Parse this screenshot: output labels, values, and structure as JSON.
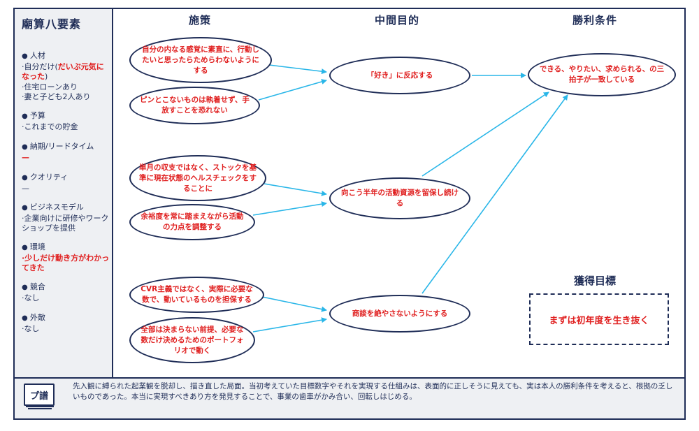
{
  "sidebar": {
    "title": "廟算八要素",
    "sections": [
      {
        "head": "人材",
        "lines": [
          {
            "text": "·自分だけ(",
            "style": "plain",
            "inline": true
          },
          {
            "text": "だいぶ元気になった",
            "style": "red",
            "inline": true
          },
          {
            "text": ")",
            "style": "plain",
            "inline": false
          },
          {
            "text": "·住宅ローンあり",
            "style": "plain"
          },
          {
            "text": "·妻と子ども2人あり",
            "style": "plain"
          }
        ]
      },
      {
        "head": "予算",
        "lines": [
          {
            "text": "·これまでの貯金",
            "style": "plain"
          }
        ]
      },
      {
        "head": "納期/リードタイム",
        "lines": [
          {
            "text": "—",
            "style": "dash"
          }
        ]
      },
      {
        "head": "クオリティ",
        "lines": [
          {
            "text": "—",
            "style": "plaindash"
          }
        ]
      },
      {
        "head": "ビジネスモデル",
        "lines": [
          {
            "text": "·企業向けに研修やワークショップを提供",
            "style": "plain"
          }
        ]
      },
      {
        "head": "環境",
        "lines": [
          {
            "text": "·少しだけ動き方がわかってきた",
            "style": "red"
          }
        ]
      },
      {
        "head": "競合",
        "lines": [
          {
            "text": "·なし",
            "style": "plain"
          }
        ]
      },
      {
        "head": "外敵",
        "lines": [
          {
            "text": "·なし",
            "style": "plain"
          }
        ]
      }
    ]
  },
  "columns": {
    "measures": "施策",
    "intermediate": "中間目的",
    "victory": "勝利条件"
  },
  "measures": [
    "自分の内なる感覚に素直に、行動したいと思ったらためらわないようにする",
    "ピンとこないものは執着せず、手放すことを恐れない",
    "単月の収支ではなく、ストックを基準に現在状態のヘルスチェックをすることに",
    "余裕度を常に踏まえながら活動の力点を調整する",
    "CVR主義ではなく、実際に必要な数で、動いているものを担保する",
    "全部は決まらない前提、必要な数だけ決めるためのポートフォリオで動く"
  ],
  "intermediate": [
    "「好き」に反応する",
    "向こう半年の活動資源を留保し続ける",
    "商談を絶やさないようにする"
  ],
  "victory": "できる、やりたい、求められる、の三拍子が一致している",
  "goal": {
    "title": "獲得目標",
    "text": "まずは初年度を生き抜く"
  },
  "footer": {
    "icon_label": "プ譜",
    "text": "先入観に縛られた起業観を脱却し、描き直した局面。当初考えていた目標数字やそれを実現する仕組みは、表面的に正しそうに見えても、実は本人の勝利条件を考えると、根拠の乏しいものであった。本当に実現すべきあり方を発見することで、事業の歯車がかみ合い、回転しはじめる。"
  },
  "colors": {
    "navy": "#1f2d57",
    "red": "#e02020",
    "arrow": "#29b6e8",
    "panel": "#eef0f3"
  }
}
